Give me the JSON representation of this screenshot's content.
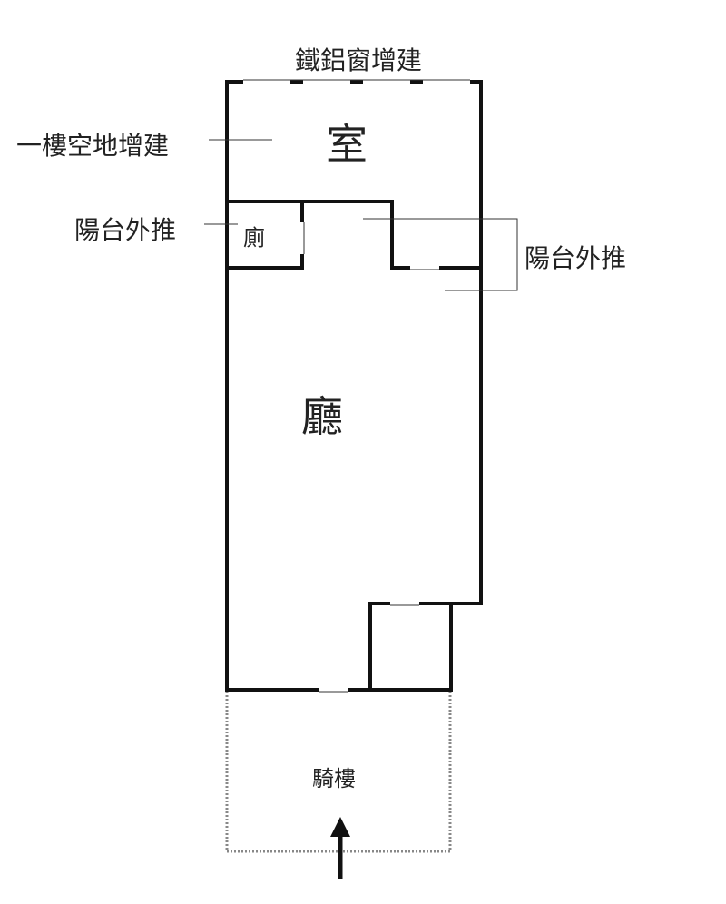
{
  "labels": {
    "top_annotation": "鐵鋁窗增建",
    "left_annotation": "一樓空地增建",
    "left_balcony": "陽台外推",
    "right_balcony": "陽台外推",
    "room": "室",
    "toilet": "廁",
    "living": "廳",
    "arcade": "騎樓"
  },
  "colors": {
    "wall": "#111111",
    "text": "#222222",
    "arcade_border": "#888888"
  }
}
